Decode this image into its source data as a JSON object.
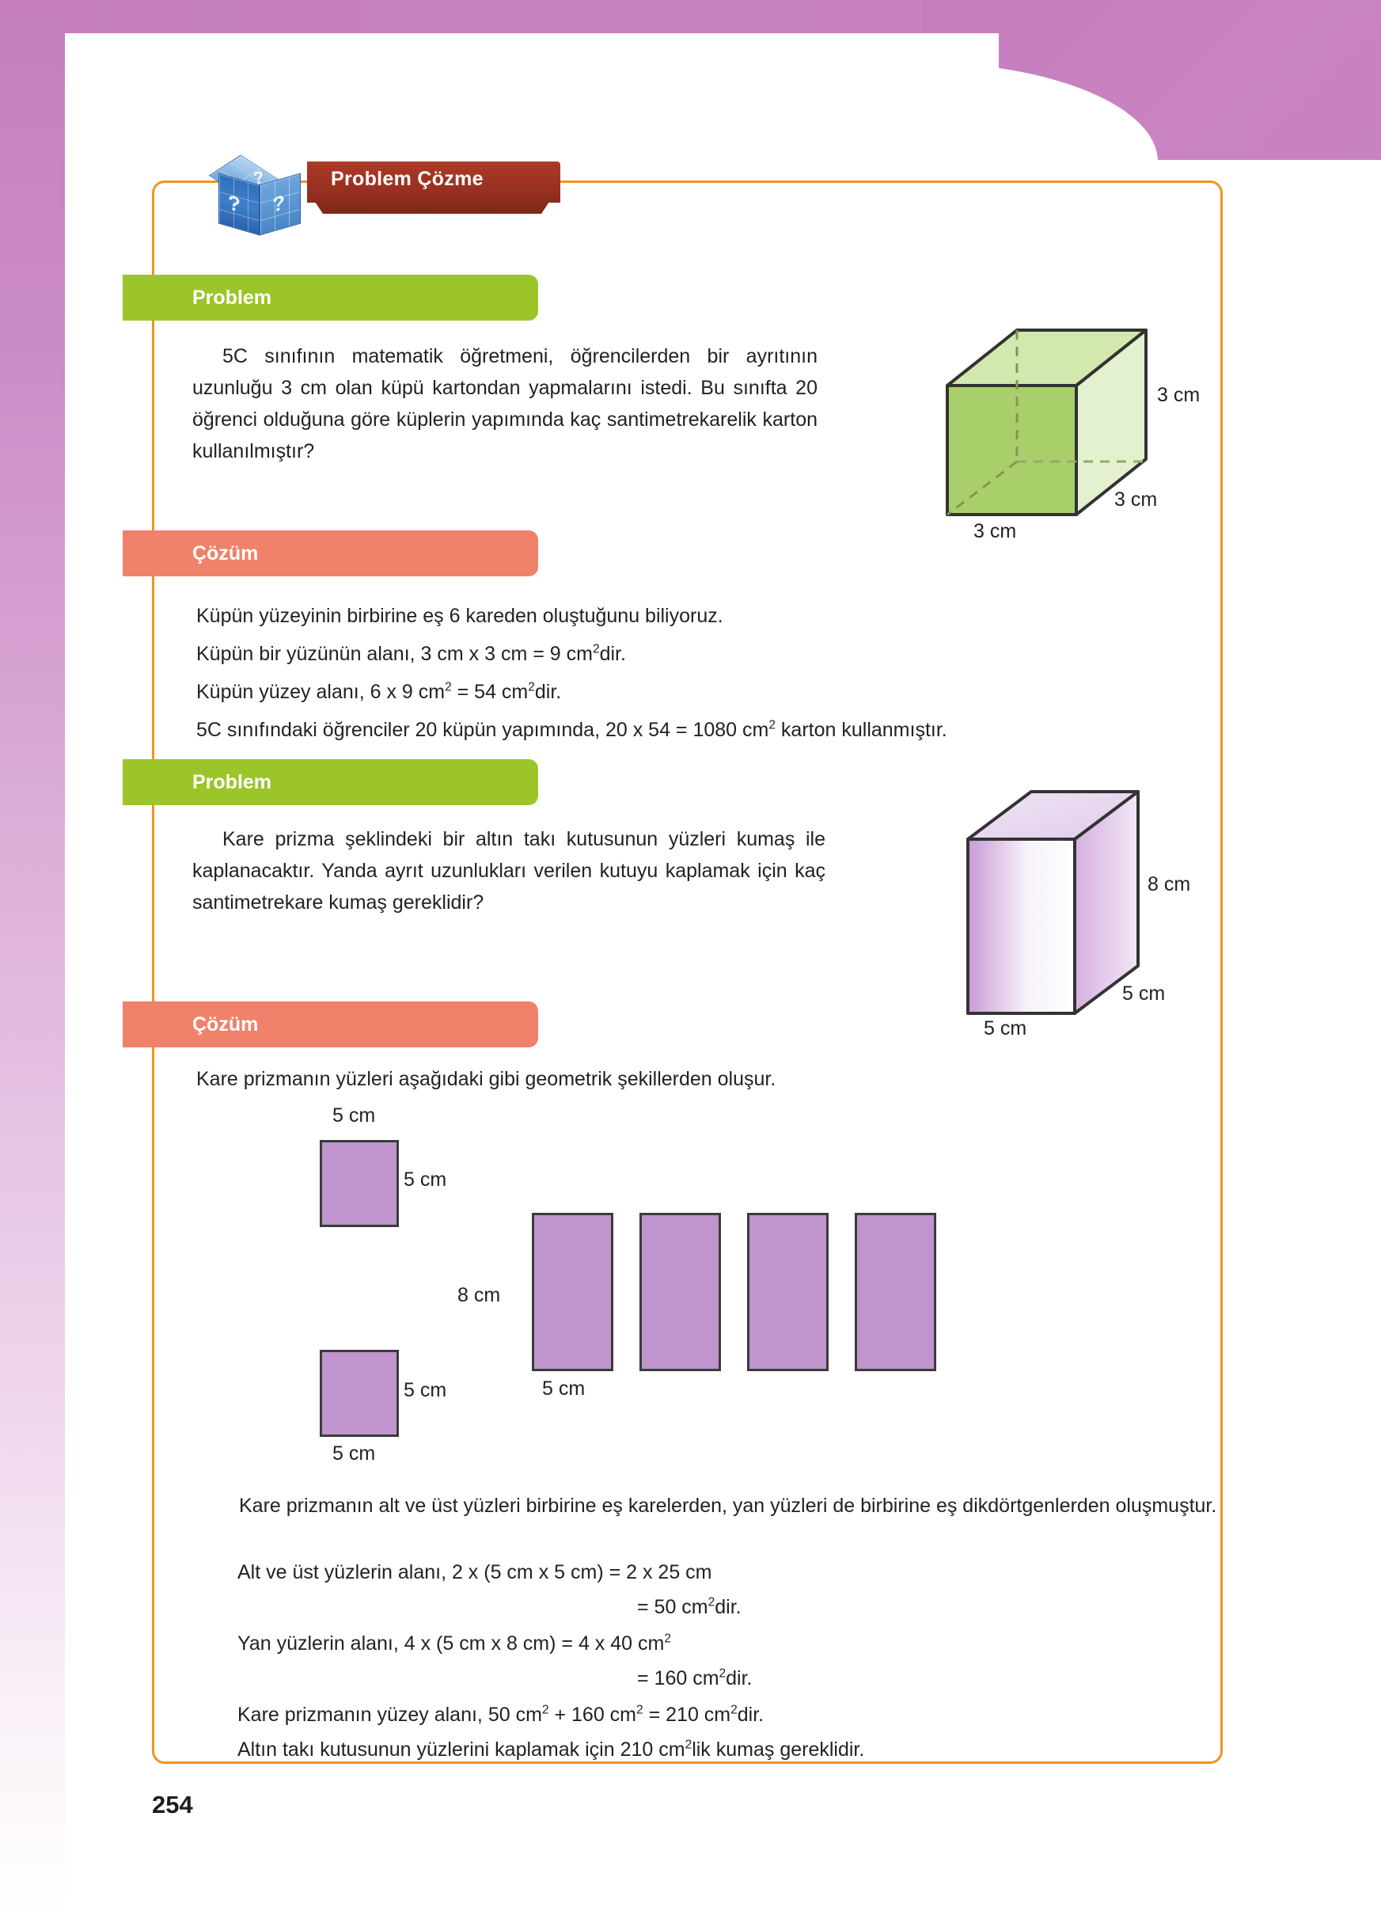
{
  "page": {
    "number": "254",
    "accent_orange": "#f0941f",
    "accent_green": "#9bc529",
    "accent_salmon": "#f0816a",
    "accent_purple": "#c47ebd",
    "banner_red": "#9e3322"
  },
  "chapter": {
    "title": "Problem Çözme",
    "icon": "rubiks-cube-question-icon",
    "marks": [
      "?",
      "?",
      "?"
    ]
  },
  "sections": {
    "problem1_label": "Problem",
    "solution1_label": "Çözüm",
    "problem2_label": "Problem",
    "solution2_label": "Çözüm"
  },
  "problem1": {
    "text": "5C sınıfının matematik öğretmeni, öğrencilerden bir ayrıtının uzunluğu 3 cm olan küpü kartondan yapmalarını istedi. Bu sınıfta 20 öğrenci olduğuna göre küplerin yapımında kaç santimetrekarelik karton kullanılmıştır?"
  },
  "figure_cube": {
    "name": "green-cube-diagram",
    "label_height": "3 cm",
    "label_depth": "3 cm",
    "label_width": "3 cm",
    "fill_front": "#a9cf6a",
    "fill_top": "#d3e8ae",
    "fill_side": "#e2f0cb"
  },
  "solution1": {
    "lines": [
      {
        "pre": "Küpün yüzeyinin birbirine eş 6 kareden oluştuğunu biliyoruz.",
        "sup": "",
        "post": ""
      },
      {
        "pre": "Küpün bir yüzünün alanı, 3 cm x 3 cm = 9 cm",
        "sup": "2",
        "post": "dir."
      },
      {
        "pre": "Küpün yüzey alanı, 6 x 9 cm",
        "sup": "2",
        "post": " = 54 cm",
        "sup2": "2",
        "post2": "dir."
      },
      {
        "pre": "5C sınıfındaki öğrenciler 20 küpün yapımında, 20 x 54 = 1080 cm",
        "sup": "2",
        "post": " karton kullanmıştır."
      }
    ],
    "line1": "Küpün yüzeyinin birbirine eş 6 kareden oluştuğunu biliyoruz.",
    "line2_a": "Küpün bir yüzünün alanı, 3 cm x 3 cm = 9 cm",
    "line2_sup": "2",
    "line2_b": "dir.",
    "line3_a": "Küpün yüzey alanı, 6 x 9 cm",
    "line3_sup1": "2",
    "line3_b": " = 54 cm",
    "line3_sup2": "2",
    "line3_c": "dir.",
    "line4_a": "5C sınıfındaki öğrenciler 20 küpün yapımında, 20 x 54 = 1080 cm",
    "line4_sup": "2",
    "line4_b": " karton kullanmıştır."
  },
  "problem2": {
    "text": "Kare prizma şeklindeki bir altın takı kutusunun yüzleri kumaş ile kaplanacaktır. Yanda ayrıt uzunlukları verilen kutuyu kaplamak için kaç santimetrekare kumaş gereklidir?"
  },
  "figure_prism": {
    "name": "purple-square-prism-diagram",
    "label_height": "8 cm",
    "label_depth": "5 cm",
    "label_width": "5 cm",
    "fill_front": "#c9a2d6",
    "fill_top": "#ead9f1",
    "fill_side": "#d9bbe4"
  },
  "solution2": {
    "intro": "Kare prizmanın yüzleri aşağıdaki gibi geometrik şekillerden oluşur.",
    "net": {
      "square_top_label_w": "5 cm",
      "square_top_label_h": "5 cm",
      "square_bottom_label_h": "5 cm",
      "square_bottom_label_w": "5 cm",
      "rect_label_h": "8 cm",
      "rect_label_w": "5 cm",
      "fill": "#c094cd",
      "squares": 2,
      "rectangles": 4
    },
    "body_a": "Kare prizmanın alt ve üst yüzleri birbirine eş karelerden, yan yüzleri de birbirine eş dikdörtgenlerden oluşmuştur.",
    "calc1": "Alt ve üst yüzlerin alanı, 2 x (5 cm x 5 cm) = 2 x 25 cm",
    "calc1_result_a": "= 50 cm",
    "calc1_result_sup": "2",
    "calc1_result_b": "dir.",
    "calc2_a": "Yan yüzlerin alanı, 4 x (5 cm x 8 cm) = 4 x 40 cm",
    "calc2_sup": "2",
    "calc2_result_a": "= 160 cm",
    "calc2_result_sup": "2",
    "calc2_result_b": "dir.",
    "calc3_a": "Kare prizmanın yüzey alanı, 50 cm",
    "calc3_sup1": "2",
    "calc3_b": " + 160 cm",
    "calc3_sup2": "2",
    "calc3_c": " = 210 cm",
    "calc3_sup3": "2",
    "calc3_d": "dir.",
    "calc4_a": "Altın takı kutusunun yüzlerini kaplamak için 210 cm",
    "calc4_sup": "2",
    "calc4_b": "lik kumaş gereklidir."
  }
}
